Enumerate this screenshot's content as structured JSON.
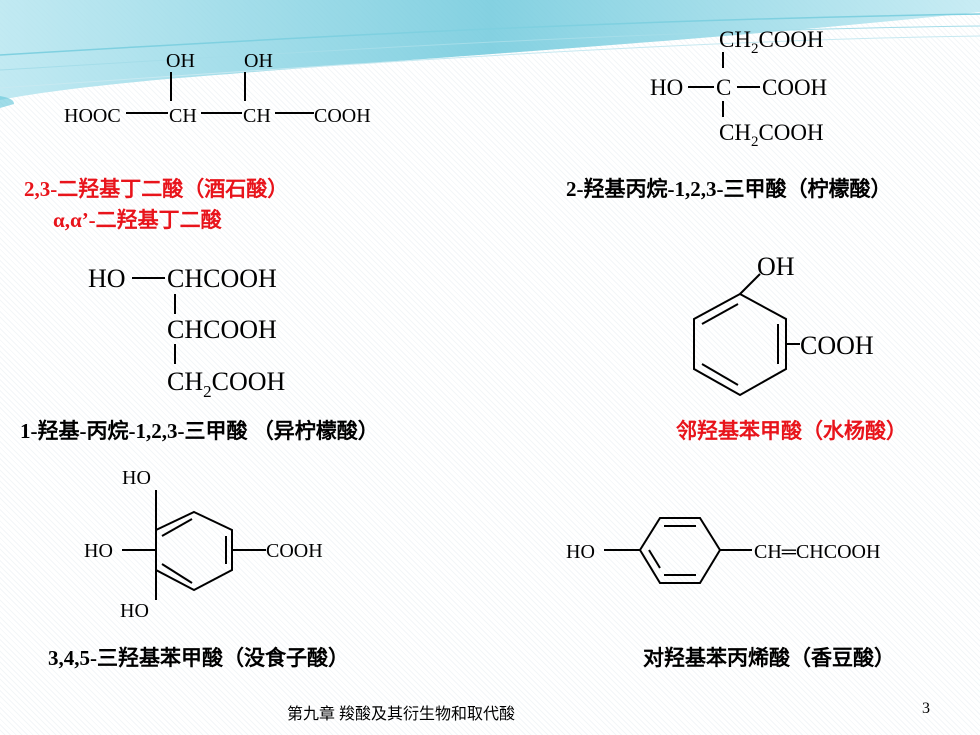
{
  "tartaric": {
    "oh1": "OH",
    "oh2": "OH",
    "hooc": "HOOC",
    "ch1": "CH",
    "ch2": "CH",
    "cooh": "COOH",
    "name_line1": "2,3-二羟基丁二酸（酒石酸）",
    "name_line2": "α,α’-二羟基丁二酸"
  },
  "citric": {
    "top_ch": "CH",
    "top_sub": "2",
    "top_cooh": "COOH",
    "ho": "HO",
    "c": "C",
    "mid_cooh": "COOH",
    "bot_ch": "CH",
    "bot_sub": "2",
    "bot_cooh": "COOH",
    "name": "2-羟基丙烷-1,2,3-三甲酸（柠檬酸）"
  },
  "isocitric": {
    "ho": "HO",
    "l1": "CHCOOH",
    "l2": "CHCOOH",
    "l3_ch": "CH",
    "l3_sub": "2",
    "l3_cooh": "COOH",
    "name": "1-羟基-丙烷-1,2,3-三甲酸 （异柠檬酸）"
  },
  "salicylic": {
    "oh": "OH",
    "cooh": "COOH",
    "name": "邻羟基苯甲酸（水杨酸）"
  },
  "gallic": {
    "ho_top": "HO",
    "ho_left": "HO",
    "ho_bottom": "HO",
    "cooh": "COOH",
    "name": "3,4,5-三羟基苯甲酸（没食子酸）"
  },
  "coumaric": {
    "ho": "HO",
    "chain": "CH═CHCOOH",
    "name": "对羟基苯丙烯酸（香豆酸）"
  },
  "footer": {
    "text": "第九章 羧酸及其衍生物和取代酸",
    "page": "3"
  },
  "colors": {
    "accent_red": "#e8141b",
    "header_teal": "#5fc4d8"
  }
}
